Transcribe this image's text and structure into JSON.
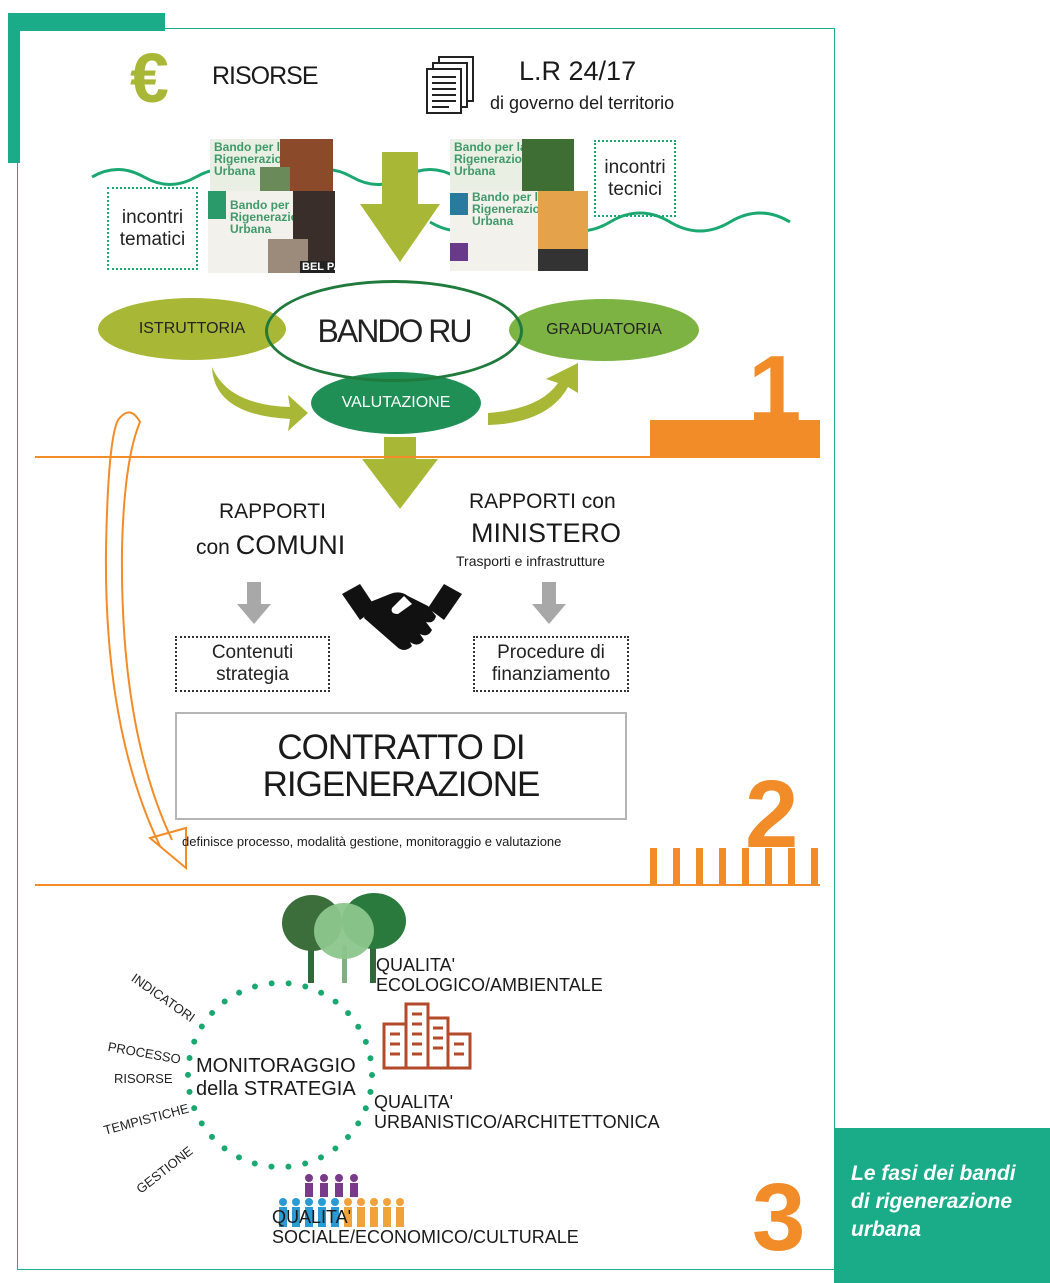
{
  "header": {
    "euro_symbol": "€",
    "resources_label": "RISORSE",
    "law_title": "L.R 24/17",
    "law_subtitle": "di governo del territorio"
  },
  "meetings": {
    "thematic": "incontri\ntematici",
    "technical": "incontri\ntecnici"
  },
  "posters": [
    {
      "title": "Bando per la\nRigenerazione\nUrbana"
    },
    {
      "title": "Bando per la\nRigenerazione\nUrbana",
      "badge": "BEL PAESE"
    },
    {
      "title": "Bando per la\nRigenerazione\nUrbana"
    },
    {
      "title": "Bando per la\nRigenerazione\nUrbana"
    }
  ],
  "phase1": {
    "center": "BANDO RU",
    "left": "ISTRUTTORIA",
    "right": "GRADUATORIA",
    "bottom": "VALUTAZIONE",
    "number": "1"
  },
  "phase2": {
    "comuni_line1": "RAPPORTI",
    "comuni_line2a": "con ",
    "comuni_line2b": "COMUNI",
    "ministero_line1": "RAPPORTI con",
    "ministero_line2": "MINISTERO",
    "ministero_line3": "Trasporti e infrastrutture",
    "box_left": "Contenuti\nstrategia",
    "box_right": "Procedure di\nfinanziamento",
    "contract_title": "CONTRATTO DI\nRIGENERAZIONE",
    "contract_caption": "definisce processo, modalità gestione, monitoraggio e valutazione",
    "number": "2"
  },
  "phase3": {
    "monitor_title": "MONITORAGGIO\ndella STRATEGIA",
    "side_labels": [
      "INDICATORI",
      "PROCESSO",
      "RISORSE",
      "TEMPISTICHE",
      "GESTIONE"
    ],
    "quality_eco": "QUALITA'\nECOLOGICO/AMBIENTALE",
    "quality_urb": "QUALITA'\nURBANISTICO/ARCHITETTONICA",
    "quality_soc": "QUALITA'\nSOCIALE/ECONOMICO/CULTURALE",
    "number": "3"
  },
  "caption": "Le fasi dei bandi\ndi rigenerazione\nurbana",
  "colors": {
    "teal": "#1aab89",
    "olive": "#a9b737",
    "dark_green": "#1f8f55",
    "orange": "#f28c28",
    "grey": "#a8a8a8"
  }
}
